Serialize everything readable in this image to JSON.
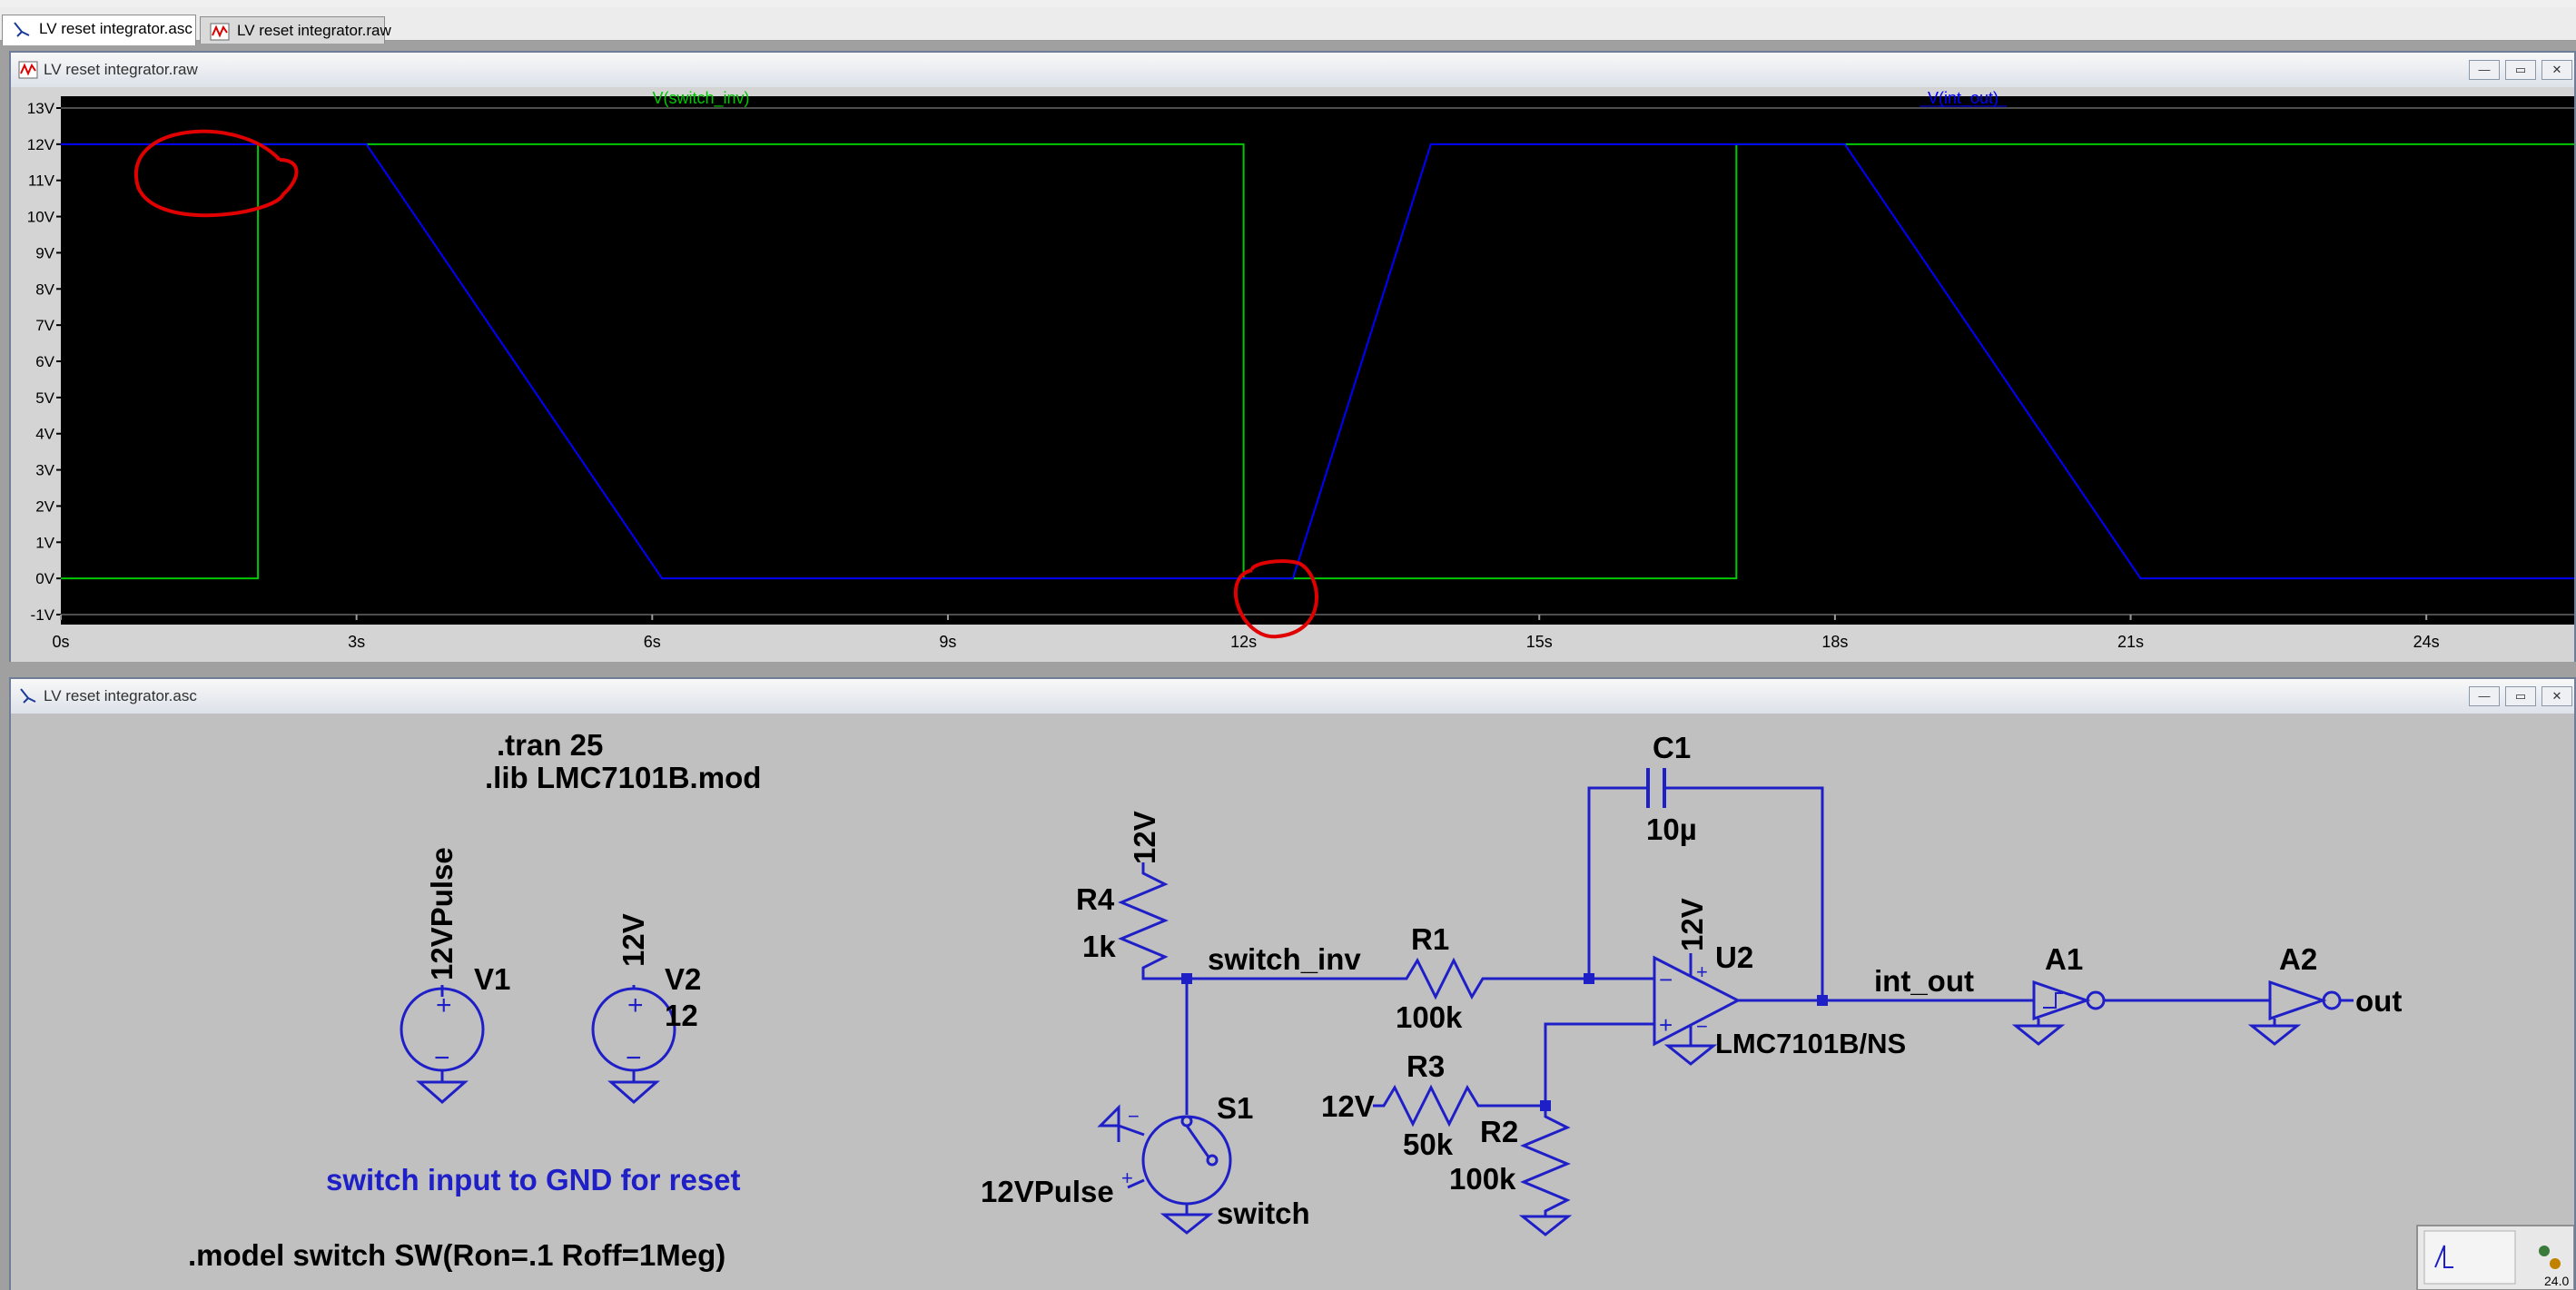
{
  "tabs": [
    {
      "label": "LV reset integrator.asc",
      "icon": "schematic-icon"
    },
    {
      "label": "LV reset integrator.raw",
      "icon": "waveform-icon"
    }
  ],
  "plot_window": {
    "title": "LV reset integrator.raw",
    "icon": "waveform-icon"
  },
  "schematic_window": {
    "title": "LV reset integrator.asc",
    "icon": "schematic-icon"
  },
  "window_buttons": {
    "minimize": "—",
    "maximize": "▭",
    "close": "✕"
  },
  "chart_data": {
    "type": "line",
    "background": "#000000",
    "x_ticks": [
      "0s",
      "3s",
      "6s",
      "9s",
      "12s",
      "15s",
      "18s",
      "21s",
      "24s"
    ],
    "y_ticks": [
      "13V",
      "12V",
      "11V",
      "10V",
      "9V",
      "8V",
      "7V",
      "6V",
      "5V",
      "4V",
      "3V",
      "2V",
      "1V",
      "0V",
      "-1V"
    ],
    "xlim": [
      0,
      25.5
    ],
    "ylim": [
      -1,
      13
    ],
    "series": [
      {
        "name": "V(switch_inv)",
        "color": "#00c800",
        "x": [
          0,
          2,
          2,
          12,
          12,
          17,
          17,
          25.5
        ],
        "y": [
          0,
          0,
          12,
          12,
          0,
          0,
          12,
          12
        ]
      },
      {
        "name": "V(int_out)",
        "color": "#0000ff",
        "x": [
          0,
          3.1,
          6.1,
          12,
          12.5,
          13.9,
          18.1,
          21.1,
          25.5
        ],
        "y": [
          12,
          12,
          0,
          0,
          0,
          12,
          12,
          0,
          0
        ]
      }
    ]
  },
  "schematic": {
    "directives": [
      ".tran 25",
      ".lib LMC7101B.mod"
    ],
    "model_directive": ".model switch SW(Ron=.1 Roff=1Meg)",
    "comment": "switch input to GND for reset",
    "v1": {
      "name": "V1",
      "value": "12VPulse"
    },
    "v2": {
      "name": "V2",
      "value": "12",
      "net": "12V"
    },
    "r4": {
      "name": "R4",
      "value": "1k",
      "net": "12V"
    },
    "r1": {
      "name": "R1",
      "value": "100k"
    },
    "r3": {
      "name": "R3",
      "value": "50k",
      "net": "12V"
    },
    "r2": {
      "name": "R2",
      "value": "100k"
    },
    "c1": {
      "name": "C1",
      "value": "10µ"
    },
    "u2": {
      "name": "U2",
      "value": "LMC7101B/NS",
      "net": "12V"
    },
    "s1": {
      "name": "S1",
      "model": "switch",
      "control": "12VPulse"
    },
    "net_switch_inv": "switch_inv",
    "net_int_out": "int_out",
    "a1": {
      "name": "A1"
    },
    "a2": {
      "name": "A2"
    },
    "out_label": "out",
    "plus": "+",
    "minus": "−"
  },
  "minimap": {
    "value": "24.0"
  }
}
